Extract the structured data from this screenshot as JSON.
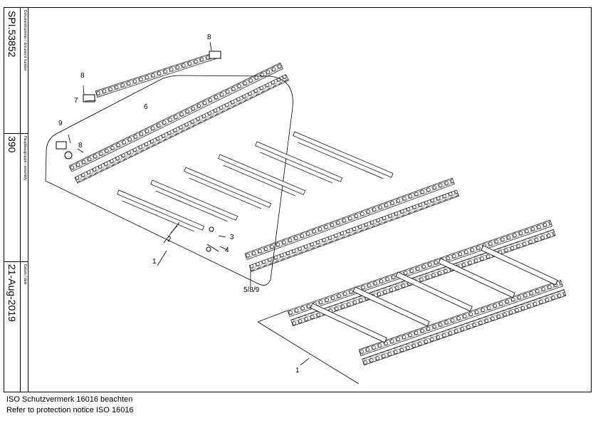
{
  "title_block": {
    "document_number_label": "Dokumentnummer / document number",
    "document_number": "SPI.53852",
    "assembly_label": "Hauptbaugruppe / assembly",
    "assembly": "390",
    "date_label": "Datum / date",
    "date": "21-Aug-2019"
  },
  "callouts": [
    "8",
    "8",
    "7",
    "6",
    "9",
    "8",
    "2",
    "3",
    "4",
    "1",
    "5/8/9",
    "1"
  ],
  "footer": {
    "line1": "ISO Schutzvermerk 16016 beachten",
    "line2": "Refer to protection notice ISO 16016"
  }
}
